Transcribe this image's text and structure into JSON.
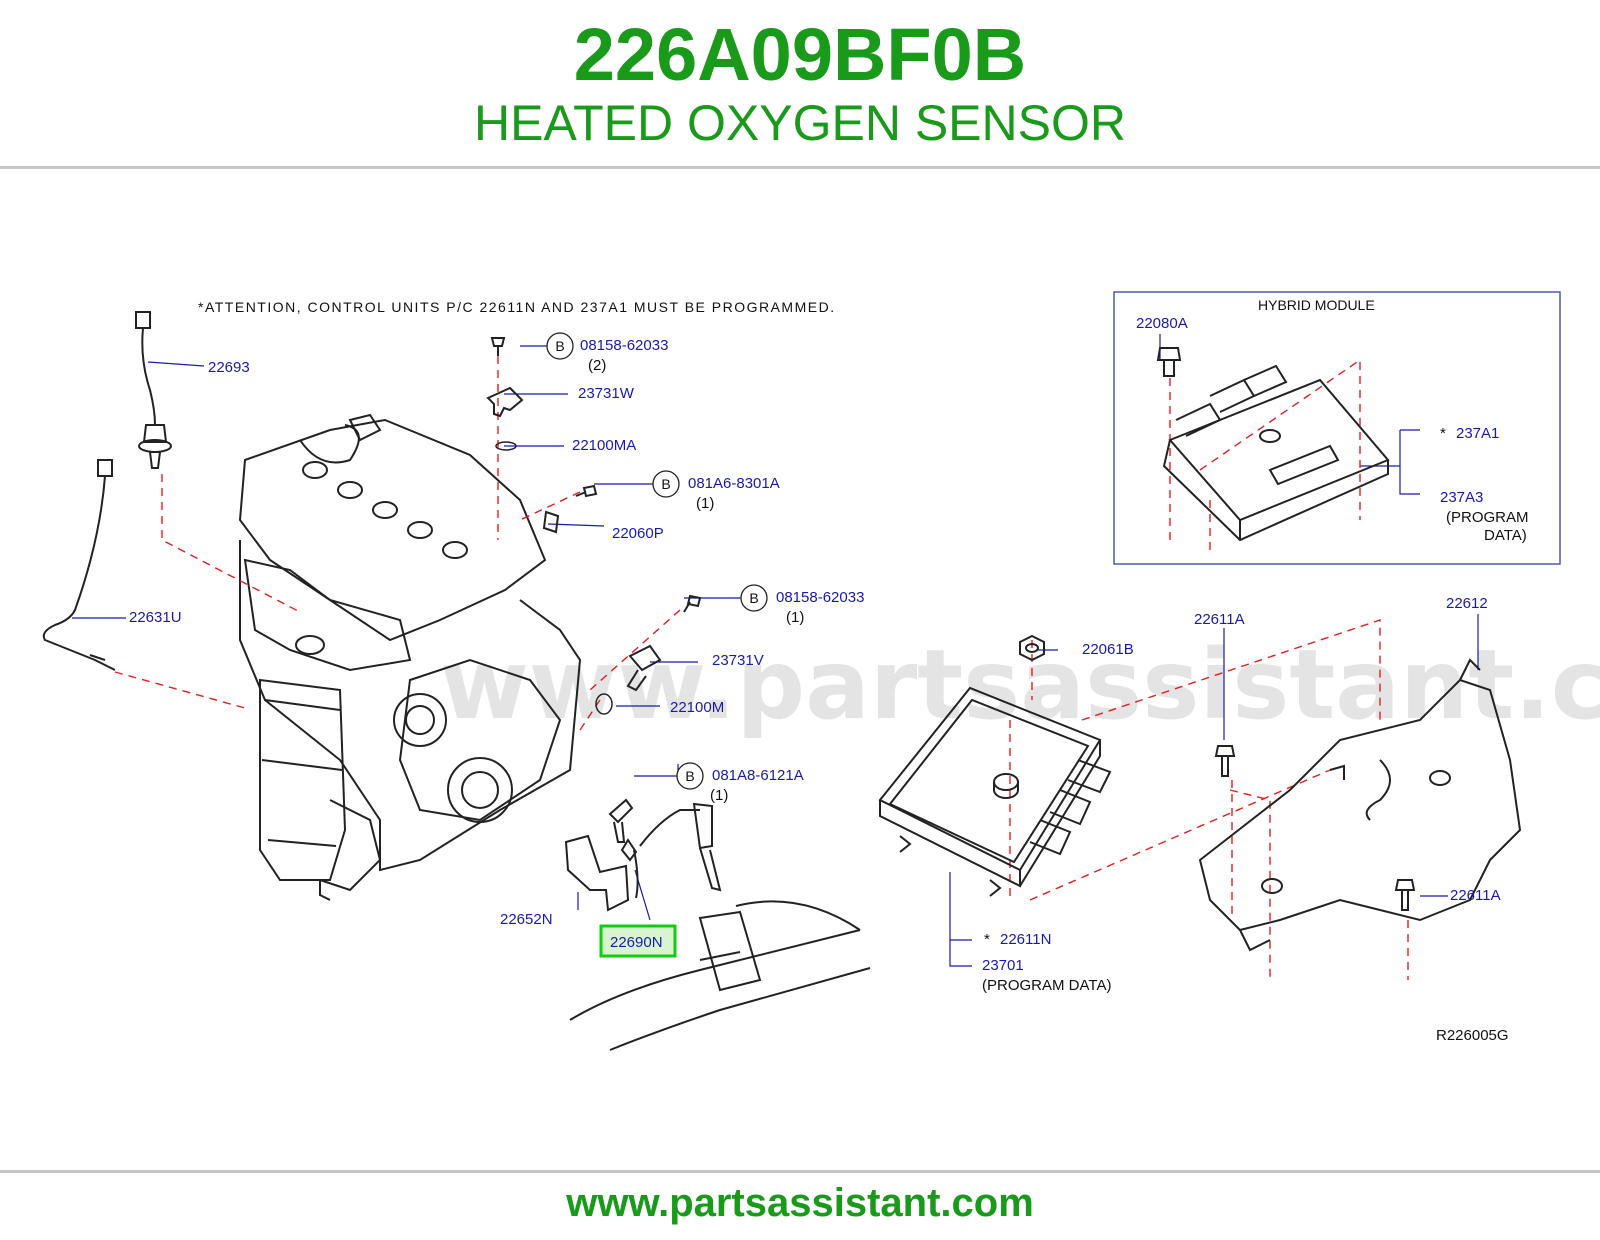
{
  "header": {
    "part_number": "226A09BF0B",
    "part_name": "HEATED OXYGEN SENSOR"
  },
  "footer": {
    "url": "www.partsassistant.com"
  },
  "watermark": "www.partsassistant.com",
  "diagram": {
    "attention_note": "*ATTENTION,  CONTROL  UNITS  P/C  22611N  AND  237A1  MUST  BE  PROGRAMMED.",
    "hybrid_module_title": "HYBRID   MODULE",
    "drawing_ref": "R226005G",
    "bolt_letter": "B",
    "asterisk": "*",
    "labels": {
      "p22693": "22693",
      "p22631U": "22631U",
      "p08158_1": "08158-62033",
      "q2": "(2)",
      "p23731W": "23731W",
      "p22100MA": "22100MA",
      "p081A6": "081A6-8301A",
      "q1a": "(1)",
      "p22060P": "22060P",
      "p08158_2": "08158-62033",
      "q1b": "(1)",
      "p23731V": "23731V",
      "p22100M": "22100M",
      "p081A8": "081A8-6121A",
      "q1c": "(1)",
      "p22652N": "22652N",
      "p22690N": "22690N",
      "p22080A": "22080A",
      "p237A1": "237A1",
      "p237A3": "237A3",
      "program": "(PROGRAM",
      "data": "DATA)",
      "p22061B": "22061B",
      "p22611A_top": "22611A",
      "p22612": "22612",
      "p22611A_right": "22611A",
      "p22611N": "22611N",
      "p23701": "23701",
      "program_data": "(PROGRAM   DATA)"
    }
  },
  "colors": {
    "brand_green": "#1a9a1a",
    "label_blue": "#1a1aa8",
    "leader_red": "#e02020",
    "highlight_green": "#11cc11",
    "highlight_fill": "#d8f5d0",
    "rule_gray": "#c8c8c8",
    "box_blue": "#4a5ca8"
  }
}
